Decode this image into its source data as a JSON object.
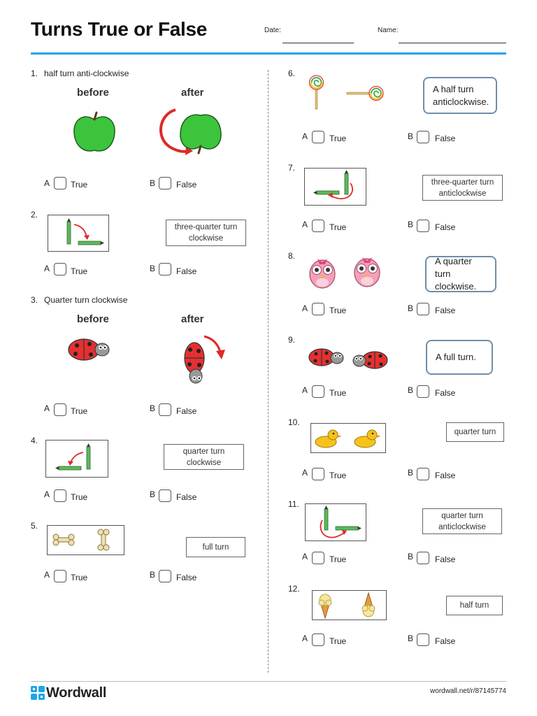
{
  "header": {
    "title": "Turns True or False",
    "date_label": "Date:",
    "name_label": "Name:"
  },
  "options": {
    "a_letter": "A",
    "b_letter": "B",
    "true_label": "True",
    "false_label": "False"
  },
  "questions": [
    {
      "number": "1.",
      "prompt": "half turn anti-clockwise",
      "before": "before",
      "after": "after"
    },
    {
      "number": "2.",
      "label": "three-quarter turn clockwise"
    },
    {
      "number": "3.",
      "prompt": "Quarter turn clockwise",
      "before": "before",
      "after": "after"
    },
    {
      "number": "4.",
      "label": "quarter turn clockwise"
    },
    {
      "number": "5.",
      "label": "full turn"
    },
    {
      "number": "6.",
      "label": "A half turn anticlockwise."
    },
    {
      "number": "7.",
      "label": "three-quarter turn anticlockwise"
    },
    {
      "number": "8.",
      "label": "A quarter turn clockwise."
    },
    {
      "number": "9.",
      "label": "A full turn."
    },
    {
      "number": "10.",
      "label": "quarter turn"
    },
    {
      "number": "11.",
      "label": "quarter turn anticlockwise"
    },
    {
      "number": "12.",
      "label": "half turn"
    }
  ],
  "footer": {
    "brand": "Wordwall",
    "url": "wordwall.net/r/87145774"
  },
  "colors": {
    "accent_rule": "#1ea6e6",
    "brand_blue": "#1ea6e6",
    "arrow_red": "#e02828",
    "apple_green": "#3cc43c",
    "pencil_green": "#5cb85c"
  },
  "icons": [
    "apple-icon",
    "pencil-icon",
    "ladybird-icon",
    "bone-icon",
    "lollipop-icon",
    "owl-icon",
    "duck-icon",
    "ice-cream-icon",
    "rotation-arrow-icon",
    "wordwall-logo-icon"
  ]
}
